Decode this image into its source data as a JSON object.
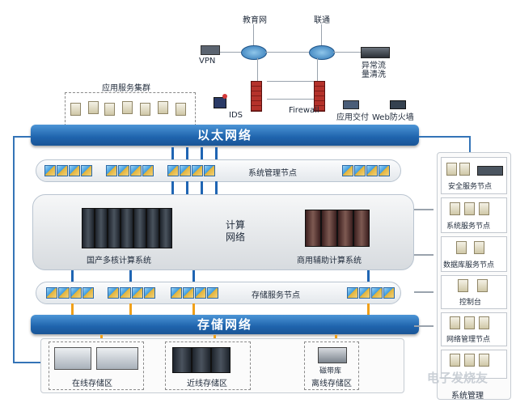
{
  "top": {
    "edu_net": "教育网",
    "unicom": "联通",
    "vpn": "VPN",
    "anomaly": "异常流\n量清洗",
    "firewall": "Firewall",
    "ids": "IDS",
    "app_delivery": "应用交付",
    "web_firewall": "Web防火墙",
    "app_cluster": "应用服务集群"
  },
  "ethernet": {
    "title": "以太网络"
  },
  "mgmt_nodes": {
    "label": "系统管理节点"
  },
  "compute": {
    "title": "计算\n网络",
    "left": "国产多核计算系统",
    "right": "商用辅助计算系统"
  },
  "storage_nodes": {
    "label": "存储服务节点"
  },
  "storage_net": {
    "title": "存储网络"
  },
  "storage_areas": [
    "在线存储区",
    "近线存储区",
    "磁带库",
    "离线存储区"
  ],
  "right_panel": {
    "items": [
      "安全服务节点",
      "系统服务节点",
      "数据库服务节点",
      "控制台",
      "网络管理节点"
    ],
    "title": "系统管理"
  },
  "watermark": "电子发烧友"
}
